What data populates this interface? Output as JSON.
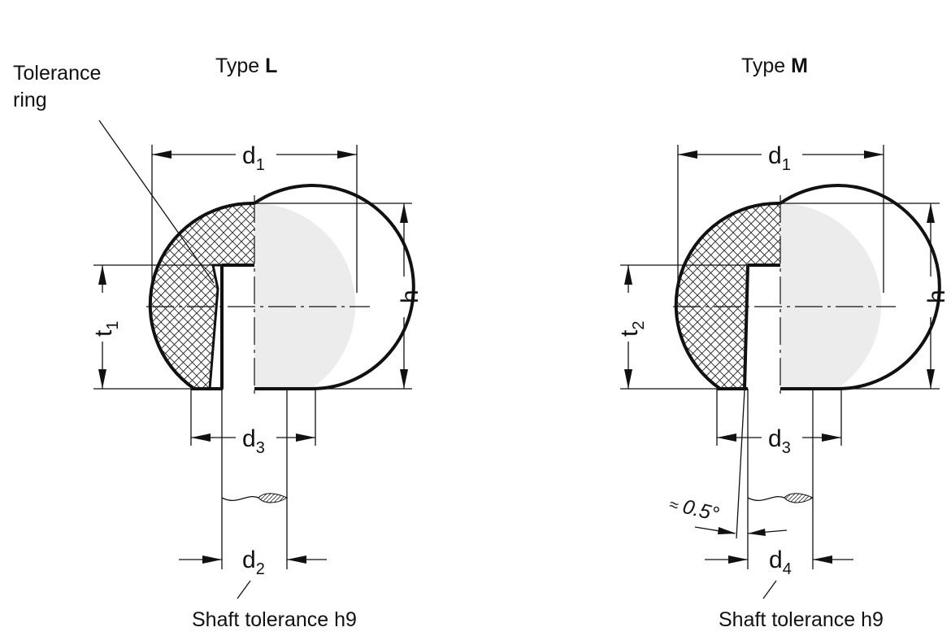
{
  "type_l": {
    "title_prefix": "Type ",
    "title_letter": "L",
    "callout_line1": "Tolerance",
    "callout_line2": "ring",
    "d1": {
      "base": "d",
      "sub": "1"
    },
    "h": "h",
    "t": {
      "base": "t",
      "sub": "1"
    },
    "d3": {
      "base": "d",
      "sub": "3"
    },
    "d2": {
      "base": "d",
      "sub": "2"
    },
    "shaft_note": "Shaft tolerance h9"
  },
  "type_m": {
    "title_prefix": "Type ",
    "title_letter": "M",
    "d1": {
      "base": "d",
      "sub": "1"
    },
    "h": "h",
    "t": {
      "base": "t",
      "sub": "2"
    },
    "d3": {
      "base": "d",
      "sub": "3"
    },
    "d4": {
      "base": "d",
      "sub": "4"
    },
    "angle_approx": "≈",
    "angle": "0.5°",
    "shaft_note": "Shaft tolerance h9"
  },
  "colors": {
    "line": "#111111",
    "body_fill": "#ececec",
    "hatch": "#222222"
  }
}
